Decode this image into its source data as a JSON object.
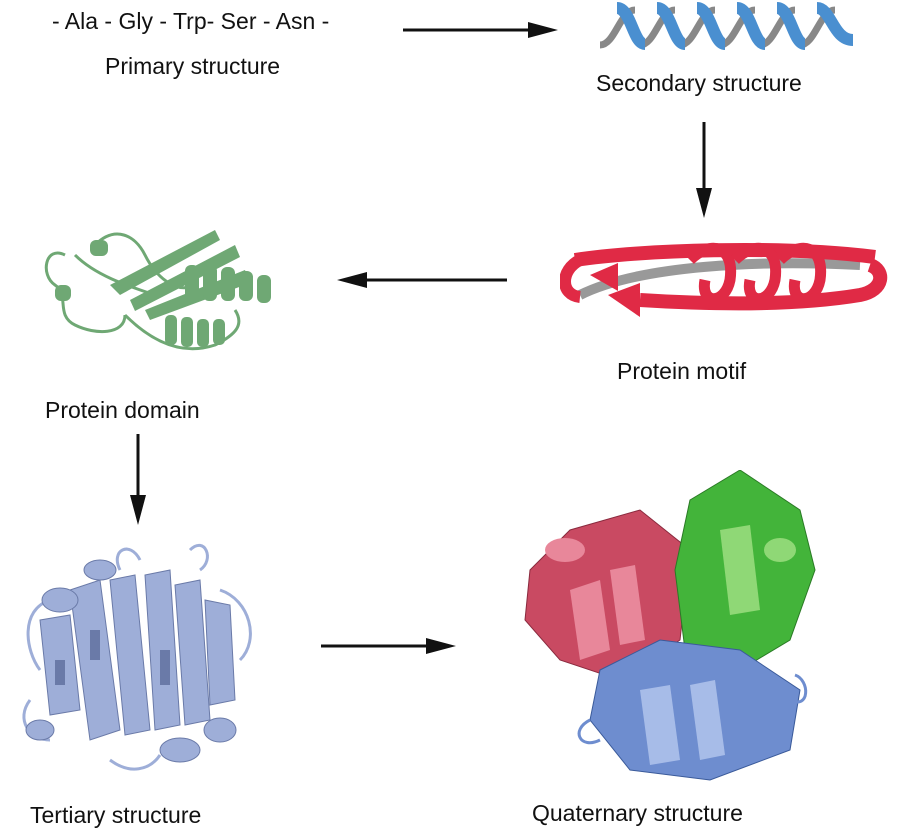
{
  "primary": {
    "sequence": "- Ala - Gly - Trp- Ser - Asn -",
    "label": "Primary structure"
  },
  "secondary": {
    "label": "Secondary structure"
  },
  "motif": {
    "label": "Protein motif"
  },
  "domain": {
    "label": "Protein domain"
  },
  "tertiary": {
    "label": "Tertiary structure"
  },
  "quaternary": {
    "label": "Quaternary structure"
  },
  "colors": {
    "helix": "#4a8fd0",
    "motif": "#e02a45",
    "domain": "#6fa874",
    "tertiary": "#9eaed8",
    "quat_red": "#c94a62",
    "quat_green": "#43b43a",
    "quat_blue": "#6e8dcf",
    "arrow": "#111111"
  }
}
